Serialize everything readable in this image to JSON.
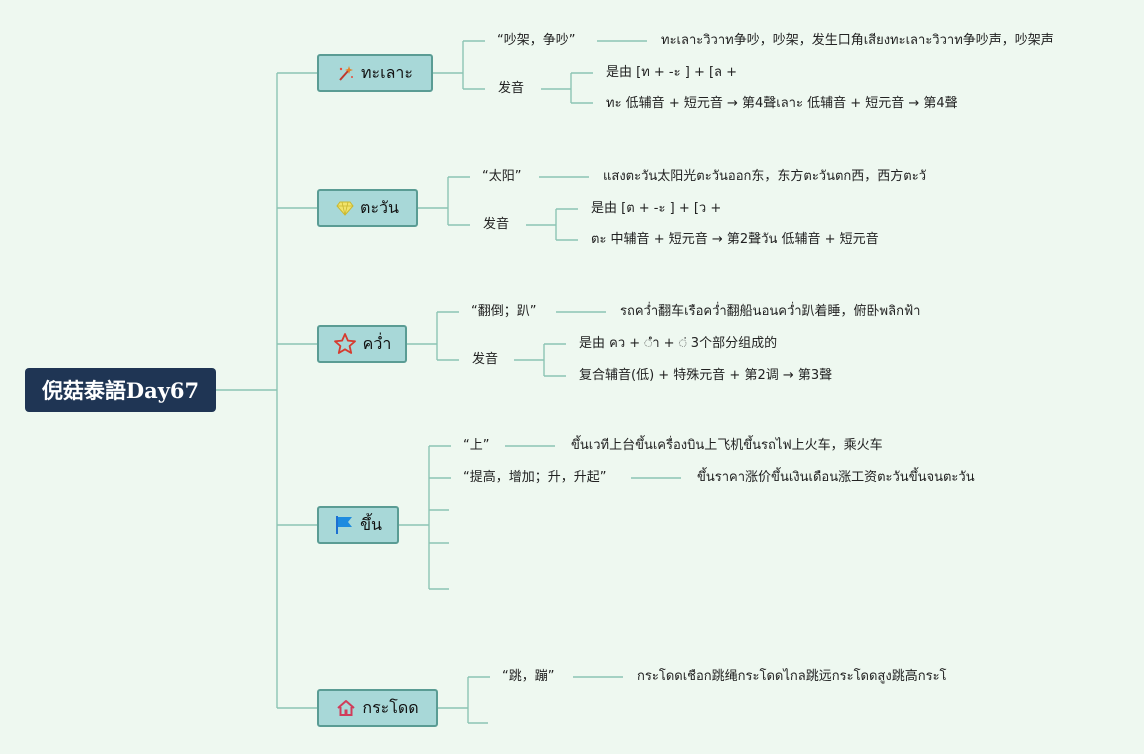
{
  "root": {
    "label": "倪菇泰語Day67"
  },
  "colors": {
    "background": "#eef8f0",
    "root": "#1f3554",
    "topic": "#a8d8d8",
    "topic_border": "#5a9c94",
    "line": "#8cc4b4"
  },
  "topics": [
    {
      "label": "ทะเลาะ",
      "icon": "magic-wand-icon",
      "meaning": "“吵架，争吵”",
      "examples": "ทะเลาะวิวาท争吵，吵架，发生口角เสียงทะเลาะวิวาท争吵声，吵架声",
      "pron_label": "发音",
      "pron": [
        "是由 [ท + -ะ ]  + [ล +",
        "ทะ 低辅音 + 短元音 → 第4聲เลาะ 低辅音 + 短元音 → 第4聲"
      ]
    },
    {
      "label": "ตะวัน",
      "icon": "diamond-icon",
      "meaning": "“太阳”",
      "examples": "แสงตะวัน太阳光ตะวันออก东，东方ตะวันตก西，西方ตะวั",
      "pron_label": "发音",
      "pron": [
        "是由 [ต + -ะ ]  + [ว +",
        "ตะ 中辅音 + 短元音 → 第2聲วัน 低辅音 + 短元音"
      ]
    },
    {
      "label": "คว่ำ",
      "icon": "star-icon",
      "meaning": "“翻倒；趴”",
      "examples": "รถคว่ำ翻车เรือคว่ำ翻船นอนคว่ำ趴着睡，俯卧พลิกฟ้า",
      "pron_label": "发音",
      "pron": [
        "是由 คว + ◌ำ + ◌่ 3个部分组成的",
        "复合辅音(低) + 特殊元音 + 第2调 → 第3聲"
      ]
    },
    {
      "label": "ขึ้น",
      "icon": "flag-icon",
      "items": [
        {
          "meaning": "“上”",
          "examples": "ขึ้นเวที上台ขึ้นเครื่องบิน上飞机ขึ้นรถไฟ上火车，乘火车"
        },
        {
          "meaning": "“提高，增加；升，升起”",
          "examples": "ขึ้นราคา涨价ขึ้นเงินเดือน涨工资ตะวันขึ้นจนตะวัน"
        }
      ]
    },
    {
      "label": "กระโดด",
      "icon": "home-icon",
      "meaning": "“跳，蹦”",
      "examples": "กระโดดเชือก跳绳กระโดดไกล跳远กระโดดสูง跳高กระโ"
    }
  ]
}
